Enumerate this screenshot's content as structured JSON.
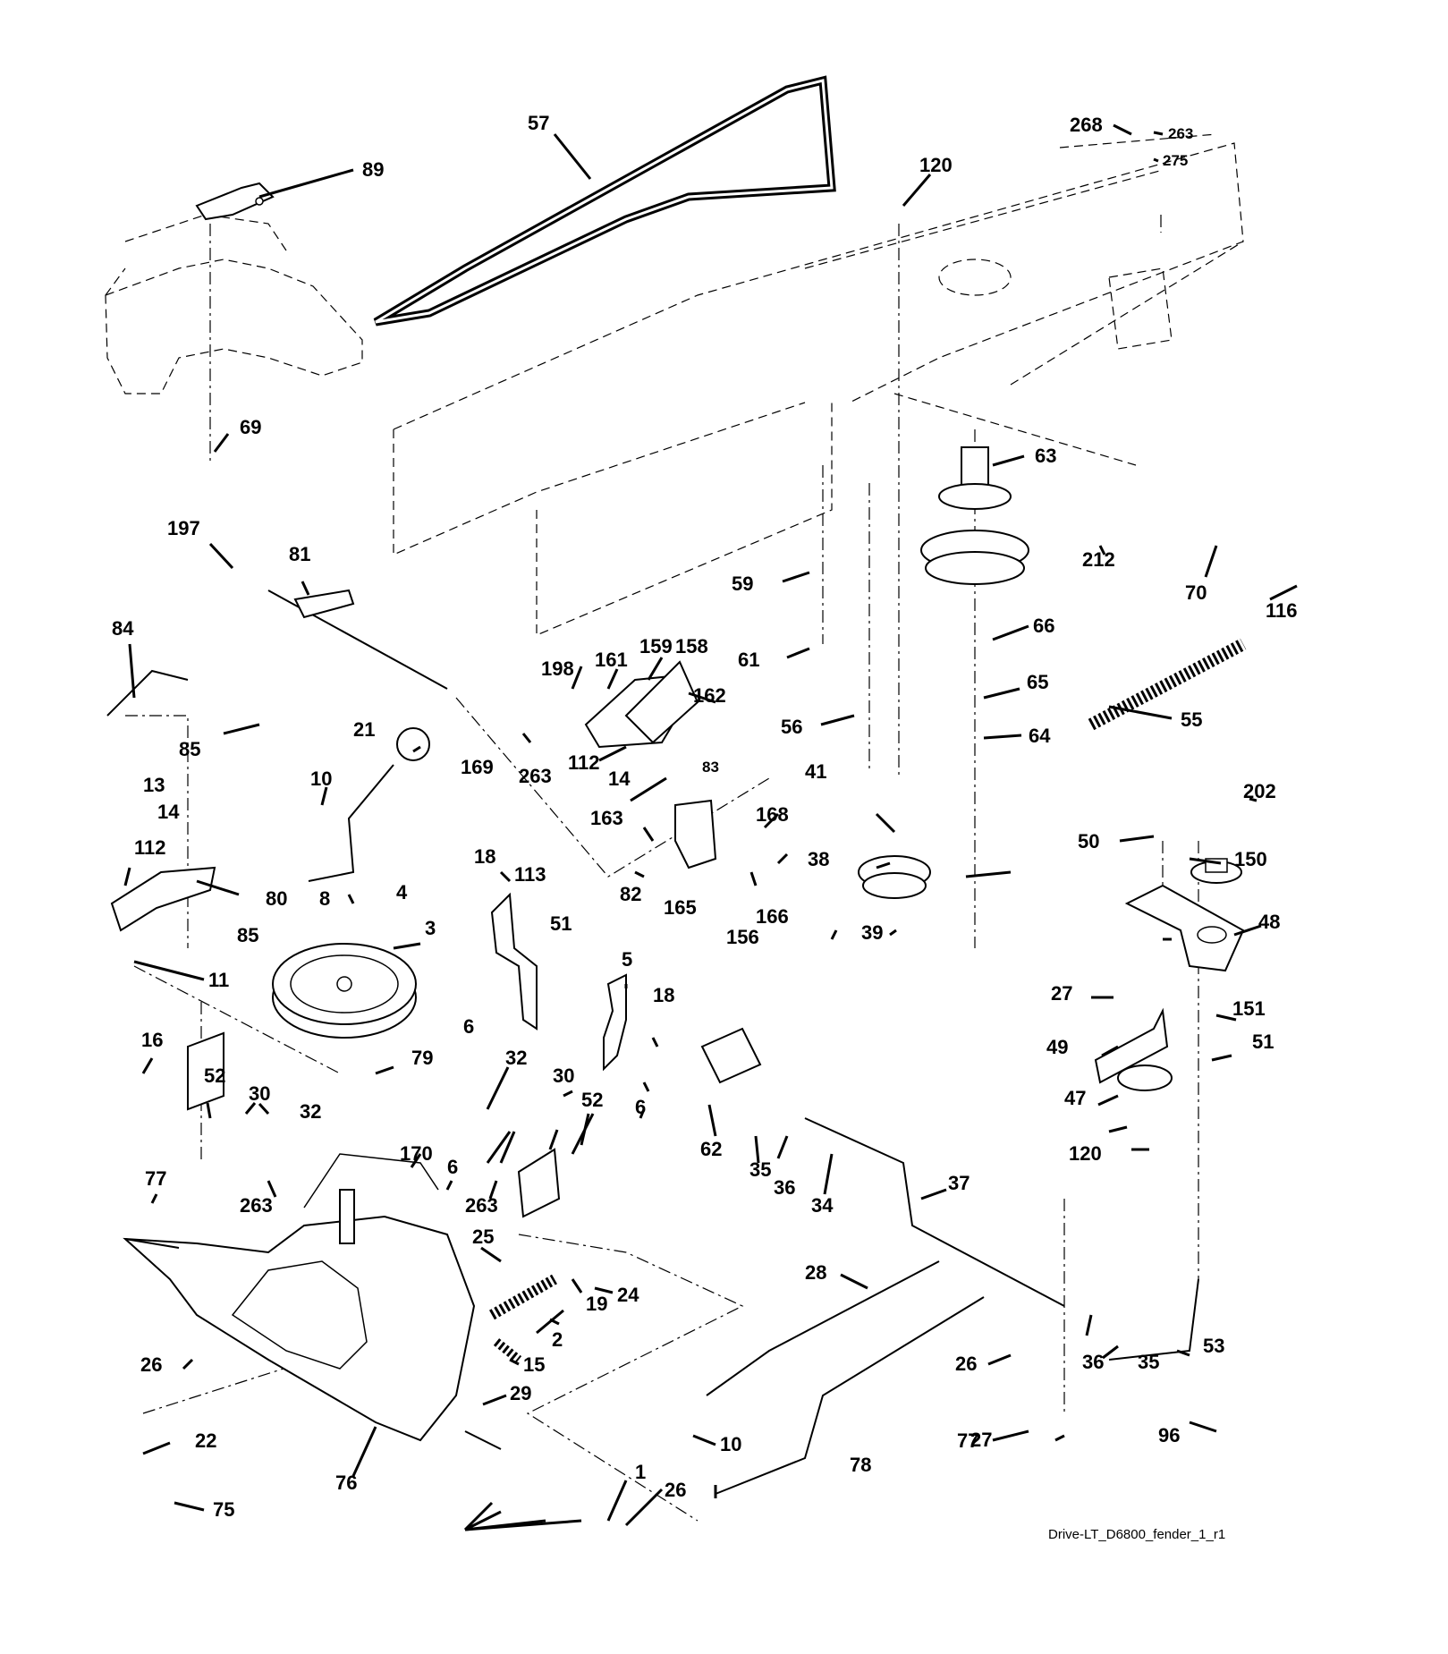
{
  "caption": "Drive-LT_D6800_fender_1_r1",
  "labels": [
    {
      "id": "l57",
      "text": "57"
    },
    {
      "id": "l89",
      "text": "89"
    },
    {
      "id": "l120a",
      "text": "120"
    },
    {
      "id": "l268",
      "text": "268"
    },
    {
      "id": "l263a",
      "text": "263"
    },
    {
      "id": "l275",
      "text": "275"
    },
    {
      "id": "l69",
      "text": "69"
    },
    {
      "id": "l63",
      "text": "63"
    },
    {
      "id": "l212",
      "text": "212"
    },
    {
      "id": "l70",
      "text": "70"
    },
    {
      "id": "l116",
      "text": "116"
    },
    {
      "id": "l197",
      "text": "197"
    },
    {
      "id": "l81",
      "text": "81"
    },
    {
      "id": "l84",
      "text": "84"
    },
    {
      "id": "l59",
      "text": "59"
    },
    {
      "id": "l66",
      "text": "66"
    },
    {
      "id": "l61",
      "text": "61"
    },
    {
      "id": "l65",
      "text": "65"
    },
    {
      "id": "l55",
      "text": "55"
    },
    {
      "id": "l56",
      "text": "56"
    },
    {
      "id": "l64",
      "text": "64"
    },
    {
      "id": "l198",
      "text": "198"
    },
    {
      "id": "l161",
      "text": "161"
    },
    {
      "id": "l159",
      "text": "159"
    },
    {
      "id": "l158",
      "text": "158"
    },
    {
      "id": "l162",
      "text": "162"
    },
    {
      "id": "l85a",
      "text": "85"
    },
    {
      "id": "l21",
      "text": "21"
    },
    {
      "id": "l169",
      "text": "169"
    },
    {
      "id": "l263b",
      "text": "263"
    },
    {
      "id": "l112a",
      "text": "112"
    },
    {
      "id": "l14a",
      "text": "14"
    },
    {
      "id": "l83",
      "text": "83"
    },
    {
      "id": "l41",
      "text": "41"
    },
    {
      "id": "l202",
      "text": "202"
    },
    {
      "id": "l10a",
      "text": "10"
    },
    {
      "id": "l13",
      "text": "13"
    },
    {
      "id": "l163",
      "text": "163"
    },
    {
      "id": "l168",
      "text": "168"
    },
    {
      "id": "l14b",
      "text": "14"
    },
    {
      "id": "l50",
      "text": "50"
    },
    {
      "id": "l150",
      "text": "150"
    },
    {
      "id": "l38",
      "text": "38"
    },
    {
      "id": "l112b",
      "text": "112"
    },
    {
      "id": "l18a",
      "text": "18"
    },
    {
      "id": "l113",
      "text": "113"
    },
    {
      "id": "l80",
      "text": "80"
    },
    {
      "id": "l82",
      "text": "82"
    },
    {
      "id": "l8",
      "text": "8"
    },
    {
      "id": "l4",
      "text": "4"
    },
    {
      "id": "l165",
      "text": "165"
    },
    {
      "id": "l166",
      "text": "166"
    },
    {
      "id": "l156",
      "text": "156"
    },
    {
      "id": "l85b",
      "text": "85"
    },
    {
      "id": "l51a",
      "text": "51"
    },
    {
      "id": "l48",
      "text": "48"
    },
    {
      "id": "l3",
      "text": "3"
    },
    {
      "id": "l39",
      "text": "39"
    },
    {
      "id": "l11",
      "text": "11"
    },
    {
      "id": "l5",
      "text": "5"
    },
    {
      "id": "l27a",
      "text": "27"
    },
    {
      "id": "l18b",
      "text": "18"
    },
    {
      "id": "l6a",
      "text": "6"
    },
    {
      "id": "l151",
      "text": "151"
    },
    {
      "id": "l16",
      "text": "16"
    },
    {
      "id": "l49",
      "text": "49"
    },
    {
      "id": "l51b",
      "text": "51"
    },
    {
      "id": "l79",
      "text": "79"
    },
    {
      "id": "l32a",
      "text": "32"
    },
    {
      "id": "l52a",
      "text": "52"
    },
    {
      "id": "l30a",
      "text": "30"
    },
    {
      "id": "l6b",
      "text": "6"
    },
    {
      "id": "l47",
      "text": "47"
    },
    {
      "id": "l30b",
      "text": "30"
    },
    {
      "id": "l32b",
      "text": "32"
    },
    {
      "id": "l62",
      "text": "62"
    },
    {
      "id": "l52b",
      "text": "52"
    },
    {
      "id": "l120b",
      "text": "120"
    },
    {
      "id": "l170",
      "text": "170"
    },
    {
      "id": "l35a",
      "text": "35"
    },
    {
      "id": "l36a",
      "text": "36"
    },
    {
      "id": "l77a",
      "text": "77"
    },
    {
      "id": "l6c",
      "text": "6"
    },
    {
      "id": "l37",
      "text": "37"
    },
    {
      "id": "l34",
      "text": "34"
    },
    {
      "id": "l263c",
      "text": "263"
    },
    {
      "id": "l263d",
      "text": "263"
    },
    {
      "id": "l25",
      "text": "25"
    },
    {
      "id": "l24",
      "text": "24"
    },
    {
      "id": "l28",
      "text": "28"
    },
    {
      "id": "l19",
      "text": "19"
    },
    {
      "id": "l36b",
      "text": "36"
    },
    {
      "id": "l35b",
      "text": "35"
    },
    {
      "id": "l26a",
      "text": "26"
    },
    {
      "id": "l53",
      "text": "53"
    },
    {
      "id": "l2",
      "text": "2"
    },
    {
      "id": "l15",
      "text": "15"
    },
    {
      "id": "l26b",
      "text": "26"
    },
    {
      "id": "l77b",
      "text": "77"
    },
    {
      "id": "l29",
      "text": "29"
    },
    {
      "id": "l10b",
      "text": "10"
    },
    {
      "id": "l27b",
      "text": "27"
    },
    {
      "id": "l96",
      "text": "96"
    },
    {
      "id": "l22",
      "text": "22"
    },
    {
      "id": "l78",
      "text": "78"
    },
    {
      "id": "l1",
      "text": "1"
    },
    {
      "id": "l76",
      "text": "76"
    },
    {
      "id": "l26c",
      "text": "26"
    },
    {
      "id": "l75",
      "text": "75"
    }
  ]
}
